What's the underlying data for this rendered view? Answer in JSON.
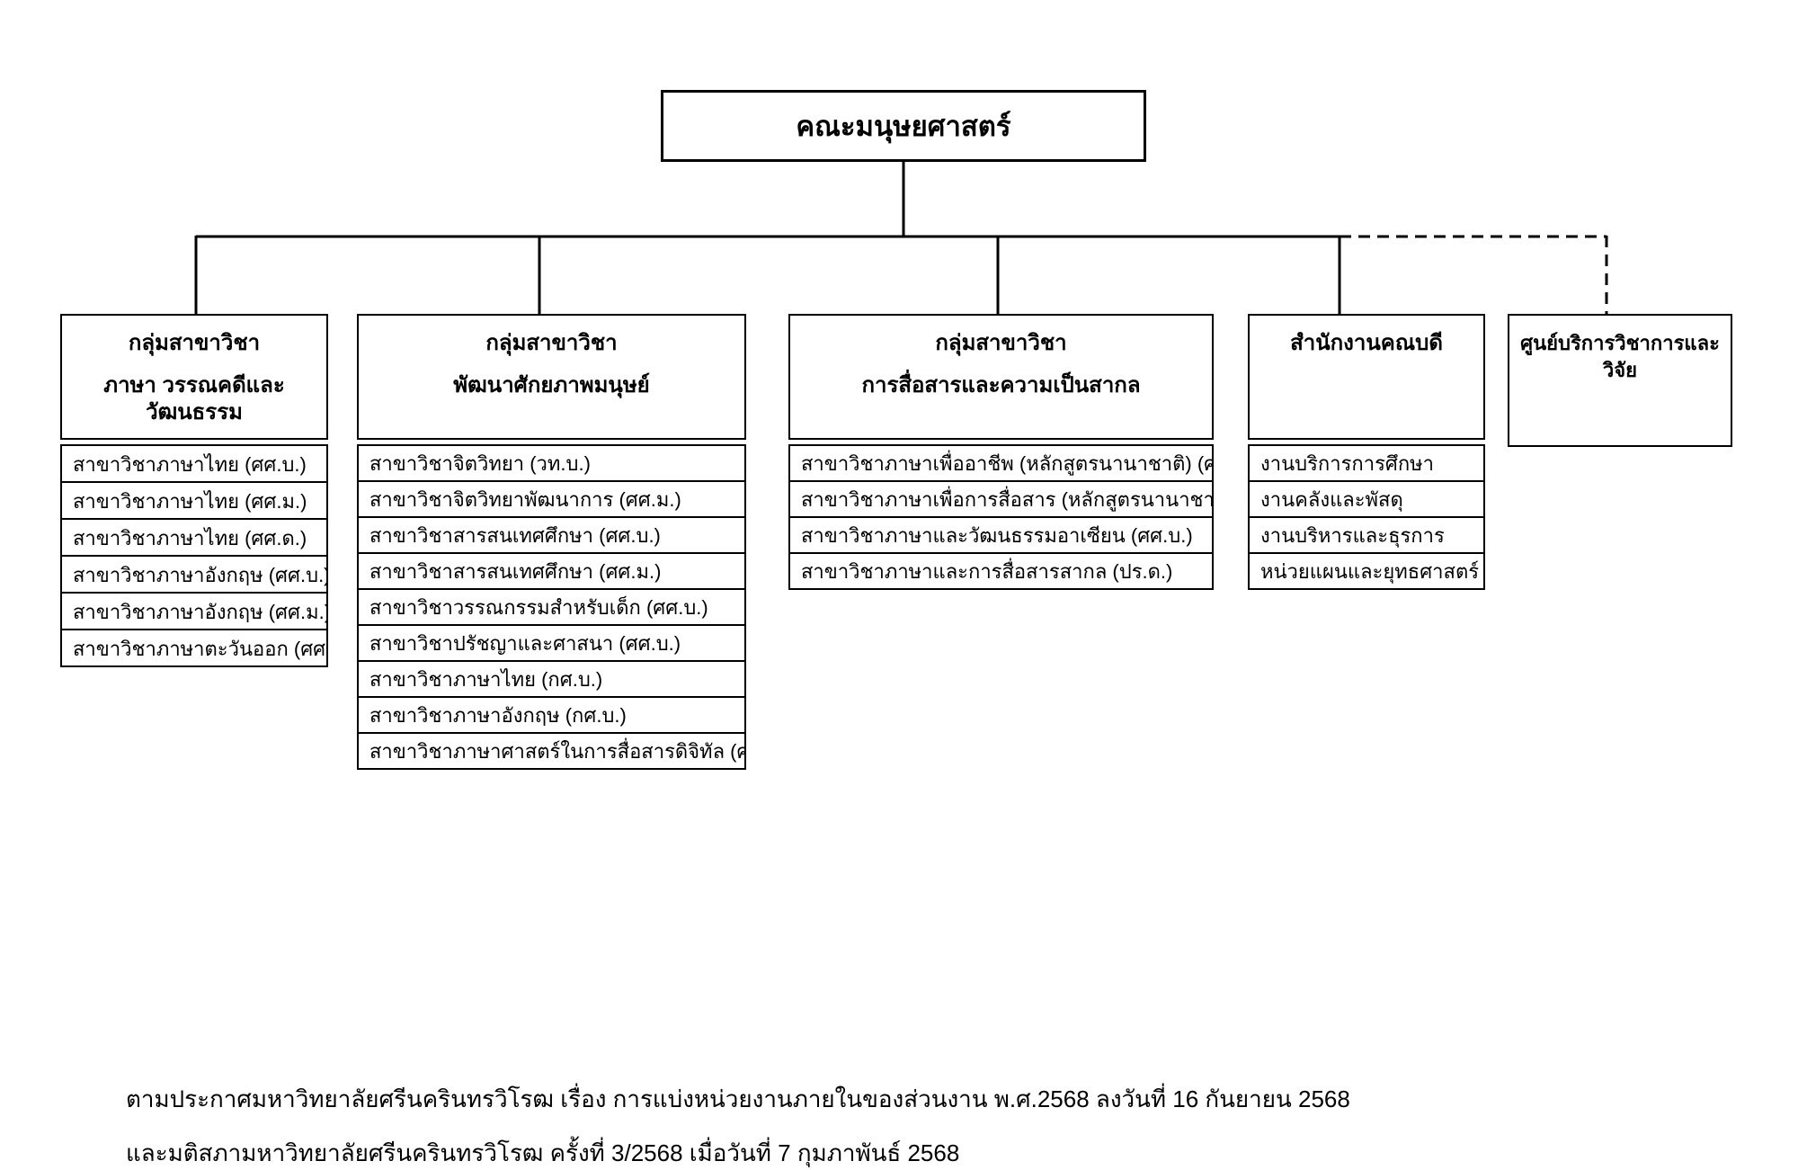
{
  "root": {
    "title": "คณะมนุษยศาสตร์"
  },
  "groups": [
    {
      "title_line1": "กลุ่มสาขาวิชา",
      "title_line2": "ภาษา วรรณคดีและวัฒนธรรม",
      "connector": "solid",
      "items": [
        "สาขาวิชาภาษาไทย (ศศ.บ.)",
        "สาขาวิชาภาษาไทย (ศศ.ม.)",
        "สาขาวิชาภาษาไทย (ศศ.ด.)",
        "สาขาวิชาภาษาอังกฤษ (ศศ.บ.)",
        "สาขาวิชาภาษาอังกฤษ (ศศ.ม.)",
        "สาขาวิชาภาษาตะวันออก (ศศ.บ.)"
      ]
    },
    {
      "title_line1": "กลุ่มสาขาวิชา",
      "title_line2": "พัฒนาศักยภาพมนุษย์",
      "connector": "solid",
      "items": [
        "สาขาวิชาจิตวิทยา (วท.บ.)",
        "สาขาวิชาจิตวิทยาพัฒนาการ (ศศ.ม.)",
        "สาขาวิชาสารสนเทศศึกษา (ศศ.บ.)",
        "สาขาวิชาสารสนเทศศึกษา (ศศ.ม.)",
        "สาขาวิชาวรรณกรรมสำหรับเด็ก (ศศ.บ.)",
        "สาขาวิชาปรัชญาและศาสนา (ศศ.บ.)",
        "สาขาวิชาภาษาไทย (กศ.บ.)",
        "สาขาวิชาภาษาอังกฤษ (กศ.บ.)",
        "สาขาวิชาภาษาศาสตร์ในการสื่อสารดิจิทัล (ศศ.ม.)"
      ]
    },
    {
      "title_line1": "กลุ่มสาขาวิชา",
      "title_line2": "การสื่อสารและความเป็นสากล",
      "connector": "solid",
      "items": [
        "สาขาวิชาภาษาเพื่ออาชีพ (หลักสูตรนานาชาติ) (ศศ.บ.)",
        "สาขาวิชาภาษาเพื่อการสื่อสาร (หลักสูตรนานาชาติ) (ศศ.บ.)",
        "สาขาวิชาภาษาและวัฒนธรรมอาเซียน (ศศ.บ.)",
        "สาขาวิชาภาษาและการสื่อสารสากล (ปร.ด.)"
      ]
    },
    {
      "title_line1": "สำนักงานคณบดี",
      "title_line2": "",
      "connector": "solid",
      "items": [
        "งานบริการการศึกษา",
        "งานคลังและพัสดุ",
        "งานบริหารและธุรการ",
        "หน่วยแผนและยุทธศาสตร์"
      ]
    },
    {
      "title_line1": "ศูนย์บริการวิชาการและวิจัย",
      "title_line2": "",
      "connector": "dashed",
      "items": []
    }
  ],
  "footnote": {
    "line1": "ตามประกาศมหาวิทยาลัยศรีนครินทรวิโรฒ เรื่อง การแบ่งหน่วยงานภายในของส่วนงาน พ.ศ.2568 ลงวันที่ 16 กันยายน 2568",
    "line2": "และมติสภามหาวิทยาลัยศรีนครินทรวิโรฒ ครั้งที่ 3/2568 เมื่อวันที่ 7 กุมภาพันธ์ 2568"
  },
  "colors": {
    "line": "#000000",
    "background": "#ffffff",
    "text": "#000000"
  }
}
